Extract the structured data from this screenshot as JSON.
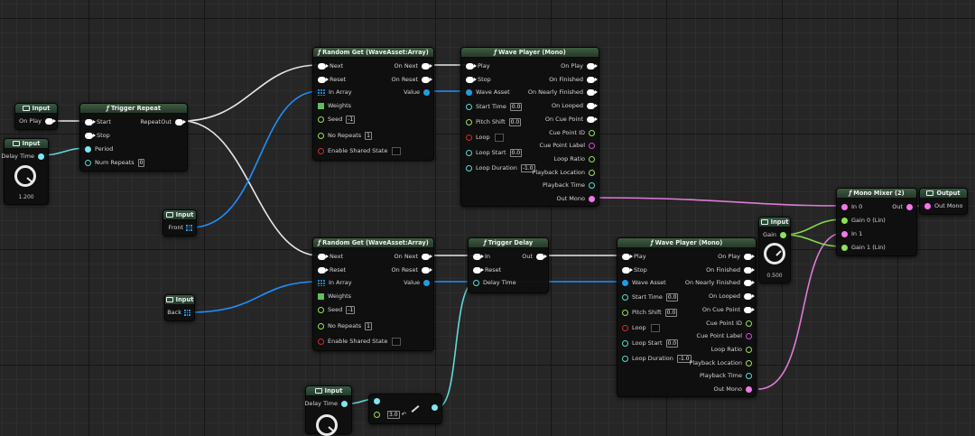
{
  "colors": {
    "trigger_wire": "#e8e8e8",
    "audio_wire": "#e07ad8",
    "float_wire": "#62d9d6",
    "wave_wire": "#1e90ff",
    "gain_wire": "#86d84a"
  },
  "nodes": {
    "input_onplay": {
      "title": "Input",
      "pin": "On Play"
    },
    "input_delay": {
      "title": "Input",
      "pin": "Delay Time",
      "value": "1.200"
    },
    "trigger_repeat": {
      "title": "Trigger Repeat",
      "start": "Start",
      "stop": "Stop",
      "period": "Period",
      "num_repeats": "Num Repeats",
      "num_repeats_value": "0",
      "out": "RepeatOut"
    },
    "input_front": {
      "title": "Input",
      "pin": "Front"
    },
    "input_back": {
      "title": "Input",
      "pin": "Back"
    },
    "random_get_1": {
      "title": "Random Get (WaveAsset:Array)",
      "next": "Next",
      "reset": "Reset",
      "in_array": "In Array",
      "weights": "Weights",
      "seed": "Seed",
      "seed_value": "-1",
      "no_repeats": "No Repeats",
      "no_repeats_value": "1",
      "enable_shared": "Enable Shared State",
      "on_next": "On Next",
      "on_reset": "On Reset",
      "value": "Value"
    },
    "random_get_2": {
      "title": "Random Get (WaveAsset:Array)",
      "next": "Next",
      "reset": "Reset",
      "in_array": "In Array",
      "weights": "Weights",
      "seed": "Seed",
      "seed_value": "-1",
      "no_repeats": "No Repeats",
      "no_repeats_value": "1",
      "enable_shared": "Enable Shared State",
      "on_next": "On Next",
      "on_reset": "On Reset",
      "value": "Value"
    },
    "wave_player_1": {
      "title": "Wave Player (Mono)",
      "play": "Play",
      "stop": "Stop",
      "wave_asset": "Wave Asset",
      "start_time": "Start Time",
      "start_time_value": "0.0",
      "pitch_shift": "Pitch Shift",
      "pitch_shift_value": "0.0",
      "loop": "Loop",
      "loop_start": "Loop Start",
      "loop_start_value": "0.0",
      "loop_duration": "Loop Duration",
      "loop_duration_value": "-1.0",
      "on_play": "On Play",
      "on_finished": "On Finished",
      "on_nearly_finished": "On Nearly Finished",
      "on_looped": "On Looped",
      "on_cue_point": "On Cue Point",
      "cue_point_id": "Cue Point ID",
      "cue_point_label": "Cue Point Label",
      "loop_ratio": "Loop Ratio",
      "playback_location": "Playback Location",
      "playback_time": "Playback Time",
      "out_mono": "Out Mono"
    },
    "wave_player_2": {
      "title": "Wave Player (Mono)",
      "play": "Play",
      "stop": "Stop",
      "wave_asset": "Wave Asset",
      "start_time": "Start Time",
      "start_time_value": "0.0",
      "pitch_shift": "Pitch Shift",
      "pitch_shift_value": "0.0",
      "loop": "Loop",
      "loop_start": "Loop Start",
      "loop_start_value": "0.0",
      "loop_duration": "Loop Duration",
      "loop_duration_value": "-1.0",
      "on_play": "On Play",
      "on_finished": "On Finished",
      "on_nearly_finished": "On Nearly Finished",
      "on_looped": "On Looped",
      "on_cue_point": "On Cue Point",
      "cue_point_id": "Cue Point ID",
      "cue_point_label": "Cue Point Label",
      "loop_ratio": "Loop Ratio",
      "playback_location": "Playback Location",
      "playback_time": "Playback Time",
      "out_mono": "Out Mono"
    },
    "trigger_delay": {
      "title": "Trigger Delay",
      "in": "In",
      "reset": "Reset",
      "delay_time": "Delay Time",
      "out": "Out"
    },
    "input_gain": {
      "title": "Input",
      "pin": "Gain",
      "value": "0.500"
    },
    "mono_mixer": {
      "title": "Mono Mixer (2)",
      "in0": "In 0",
      "gain0": "Gain 0 (Lin)",
      "in1": "In 1",
      "gain1": "Gain 1 (Lin)",
      "out": "Out"
    },
    "output": {
      "title": "Output",
      "pin": "Out Mono"
    },
    "input_delay2": {
      "title": "Input",
      "pin": "Delay Time"
    },
    "divide_node": {
      "value": "3.0"
    }
  }
}
